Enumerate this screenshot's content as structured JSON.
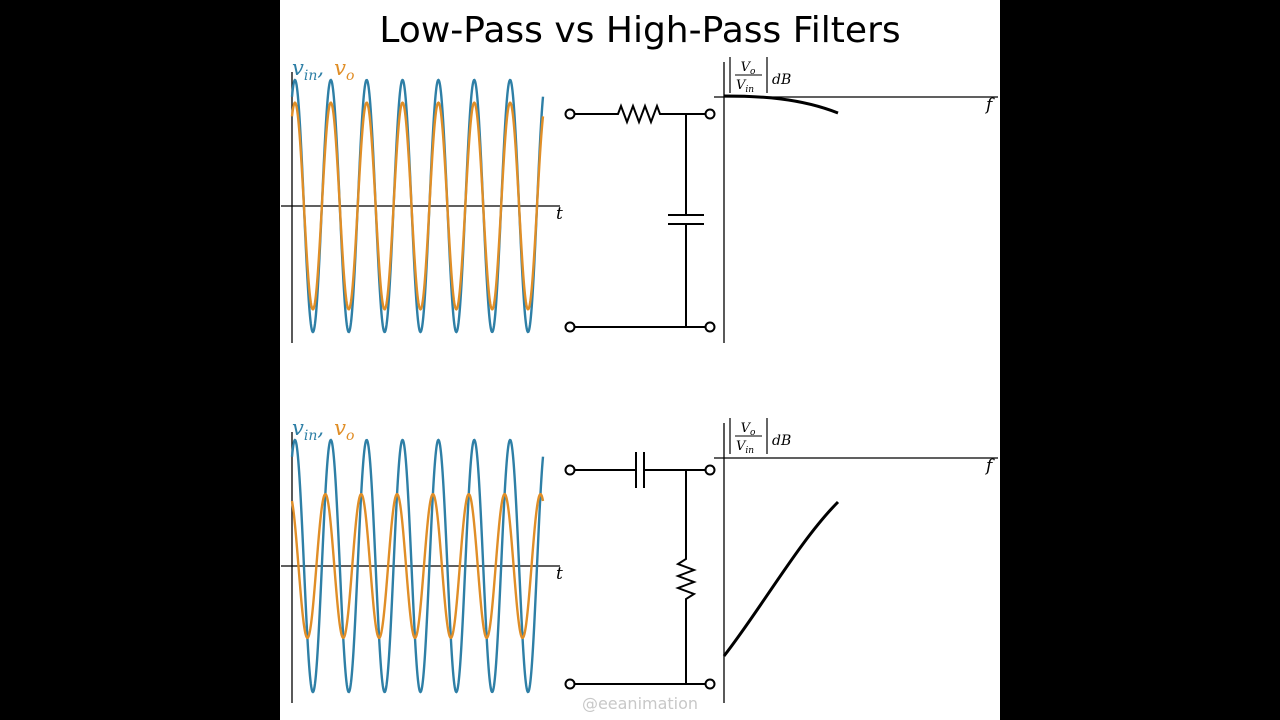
{
  "title": "Low-Pass vs High-Pass Filters",
  "watermark": "@eeanimation",
  "colors": {
    "background": "#000000",
    "panel": "#ffffff",
    "vin": "#2e7fa6",
    "vo": "#e08e27",
    "ink": "#000000",
    "watermark": "#c8c8c8"
  },
  "sections": [
    {
      "id": "low-pass",
      "legend": {
        "vin": "v",
        "vin_sub": "in",
        "sep": ",",
        "vo": "v",
        "vo_sub": "o"
      },
      "time_axis_label": "t",
      "signals": {
        "cycles": 7,
        "vin_amplitude": 1.0,
        "vo_amplitude": 0.82,
        "vo_phase_deg": 0
      },
      "circuit": {
        "series_element": "resistor",
        "shunt_element": "capacitor"
      },
      "bode": {
        "y_num": "V",
        "y_num_sub": "o",
        "y_den": "V",
        "y_den_sub": "in",
        "y_unit": "dB",
        "x_label": "f",
        "shape": "low-pass"
      }
    },
    {
      "id": "high-pass",
      "legend": {
        "vin": "v",
        "vin_sub": "in",
        "sep": ",",
        "vo": "v",
        "vo_sub": "o"
      },
      "time_axis_label": "t",
      "signals": {
        "cycles": 7,
        "vin_amplitude": 1.0,
        "vo_amplitude": 0.57,
        "vo_phase_deg": 55
      },
      "circuit": {
        "series_element": "capacitor",
        "shunt_element": "resistor"
      },
      "bode": {
        "y_num": "V",
        "y_num_sub": "o",
        "y_den": "V",
        "y_den_sub": "in",
        "y_unit": "dB",
        "x_label": "f",
        "shape": "high-pass"
      }
    }
  ]
}
